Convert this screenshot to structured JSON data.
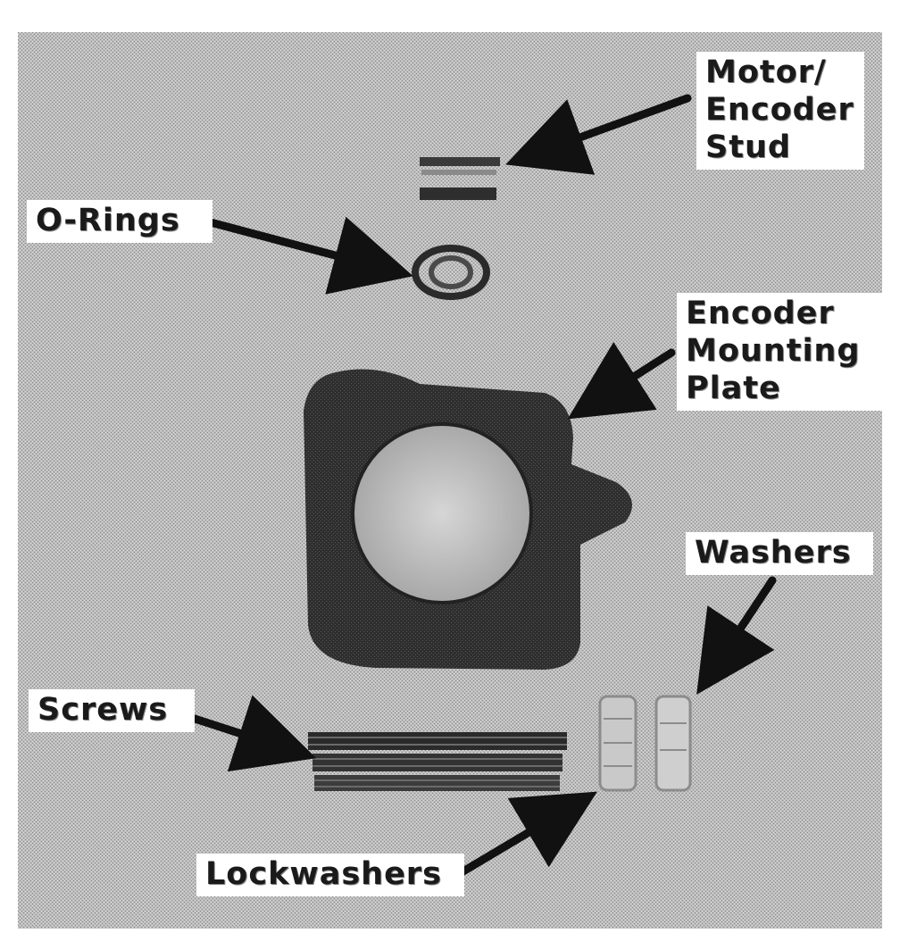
{
  "labels": {
    "motor_encoder_stud": [
      "Motor/",
      "Encoder",
      "Stud"
    ],
    "o_rings": "O-Rings",
    "encoder_mounting_plate": [
      "Encoder",
      "Mounting",
      "Plate"
    ],
    "washers": "Washers",
    "screws": "Screws",
    "lockwashers": "Lockwashers"
  },
  "colors": {
    "background": "#b8b8b8",
    "part_dark": "#2a2a2a",
    "arrow": "#111111",
    "label_bg": "#ffffff"
  }
}
